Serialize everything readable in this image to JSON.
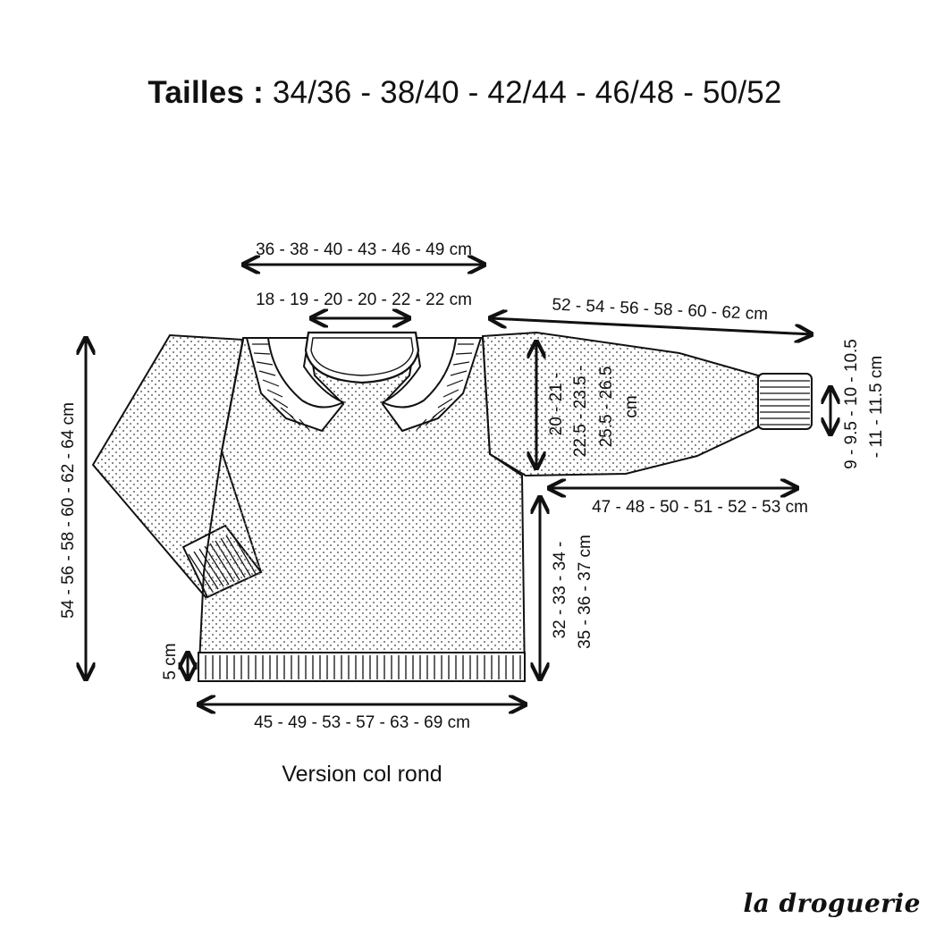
{
  "title": {
    "label": "Tailles :",
    "sizes": "34/36 - 38/40 - 42/44 - 46/48 - 50/52"
  },
  "measurements": {
    "neck_width": "36 - 38 - 40 - 43 - 46 - 49 cm",
    "collar_width": "18 - 19 - 20 - 20 - 22 - 22 cm",
    "sleeve_length": "52 - 54 - 56 - 58 - 60 - 62 cm",
    "armhole_depth_1": "20 - 21 -",
    "armhole_depth_2": "22.5 - 23.5 -",
    "armhole_depth_3": "25.5 - 26.5",
    "armhole_depth_4": "cm",
    "cuff_width_1": "9 - 9.5 - 10 - 10.5",
    "cuff_width_2": "- 11 - 11.5 cm",
    "underarm_width": "47 - 48 - 50 - 51 - 52 - 53 cm",
    "total_length": "54 - 56 - 58 - 60 - 62 - 64 cm",
    "body_length_1": "32 - 33 - 34 -",
    "body_length_2": "35 - 36 - 37 cm",
    "rib_height": "5 cm",
    "bottom_width": "45 - 49 - 53 - 57 - 63 - 69 cm"
  },
  "caption": "Version col rond",
  "brand": "la droguerie",
  "colors": {
    "ink": "#111111",
    "dots": "#6b6b6b",
    "background": "#ffffff"
  }
}
